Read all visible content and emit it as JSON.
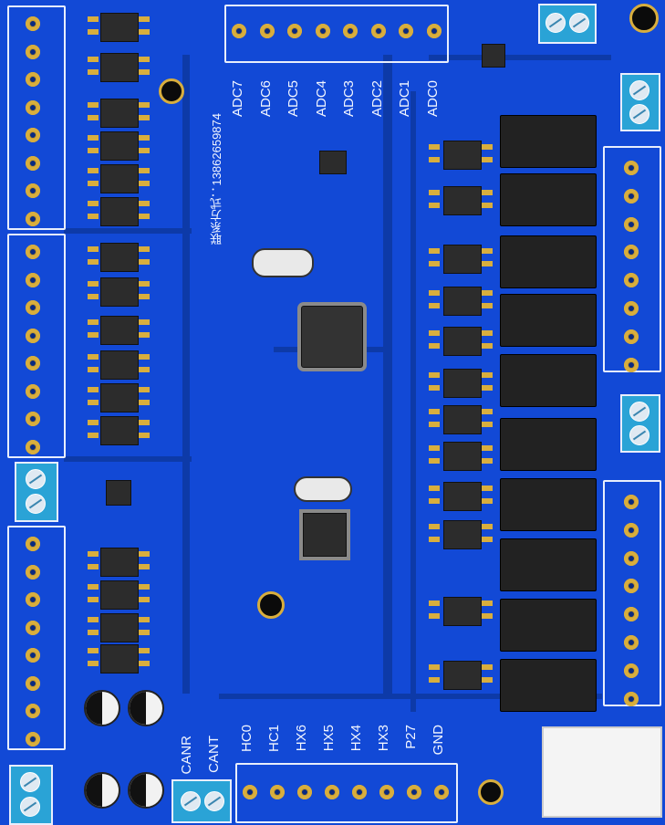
{
  "adc_labels": [
    "ADC7",
    "ADC6",
    "ADC5",
    "ADC4",
    "ADC3",
    "ADC2",
    "ADC1",
    "ADC0"
  ],
  "bottom_labels": [
    "HC0",
    "HC1",
    "HX6",
    "HX5",
    "HX4",
    "HX3",
    "P27",
    "GND"
  ],
  "can_labels": [
    "CANR",
    "CANT"
  ],
  "contact_text": "联系方式：13862659874",
  "colors": {
    "board": "#1249d6",
    "copper": "#d8ae3e",
    "silkscreen": "#f2f6ff",
    "terminal": "#2aa3d6"
  }
}
